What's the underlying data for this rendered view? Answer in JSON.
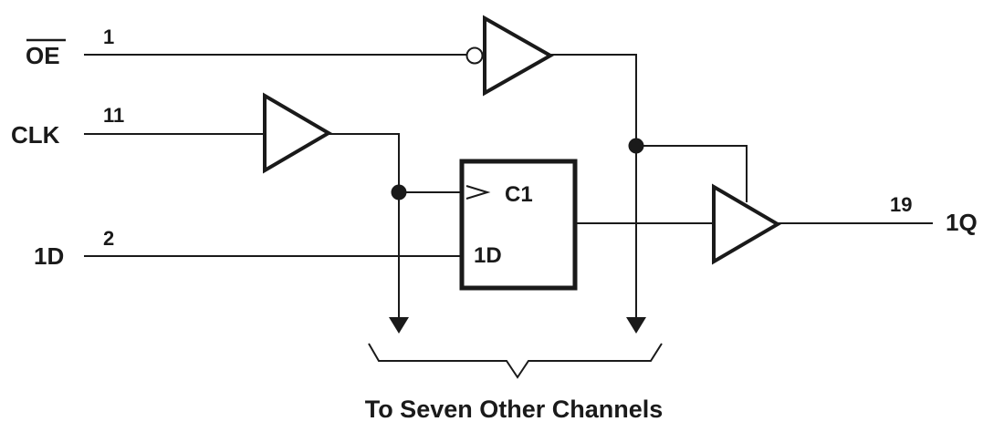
{
  "signals": {
    "oe": "OE",
    "clk": "CLK",
    "d": "1D",
    "q": "1Q"
  },
  "pins": {
    "oe": "1",
    "clk": "11",
    "d": "2",
    "q": "19"
  },
  "flipflop": {
    "clock_label": "C1",
    "data_label": "1D"
  },
  "caption": "To Seven Other Channels"
}
